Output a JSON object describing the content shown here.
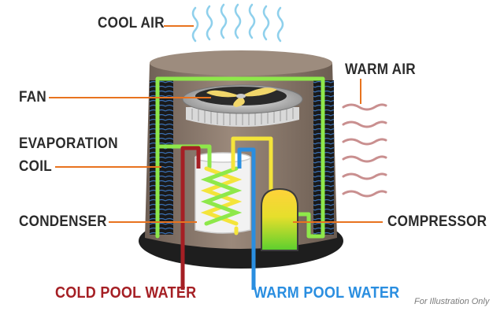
{
  "labels": {
    "cool_air": "COOL AIR",
    "warm_air": "WARM AIR",
    "fan": "FAN",
    "evaporation_coil_line1": "EVAPORATION",
    "evaporation_coil_line2": "COIL",
    "condenser": "CONDENSER",
    "compressor": "COMPRESSOR",
    "cold_pool_water": "COLD POOL WATER",
    "warm_pool_water": "WARM POOL WATER"
  },
  "footnote": "For Illustration Only",
  "icons": [
    "cool-air-waves-icon",
    "warm-air-waves-icon",
    "fan-icon"
  ],
  "colors": {
    "label_text": "#2b2b2b",
    "leader_line": "#e8731f",
    "cold_water": "#a51f24",
    "warm_water": "#2a8ee0",
    "refrigerant_green": "#8ee84a",
    "refrigerant_yellow": "#f4e43a",
    "cool_air": "#8fd0ec",
    "warm_air": "#c98f8f",
    "housing": "#8c7a6d",
    "base": "#1e1e1e"
  }
}
